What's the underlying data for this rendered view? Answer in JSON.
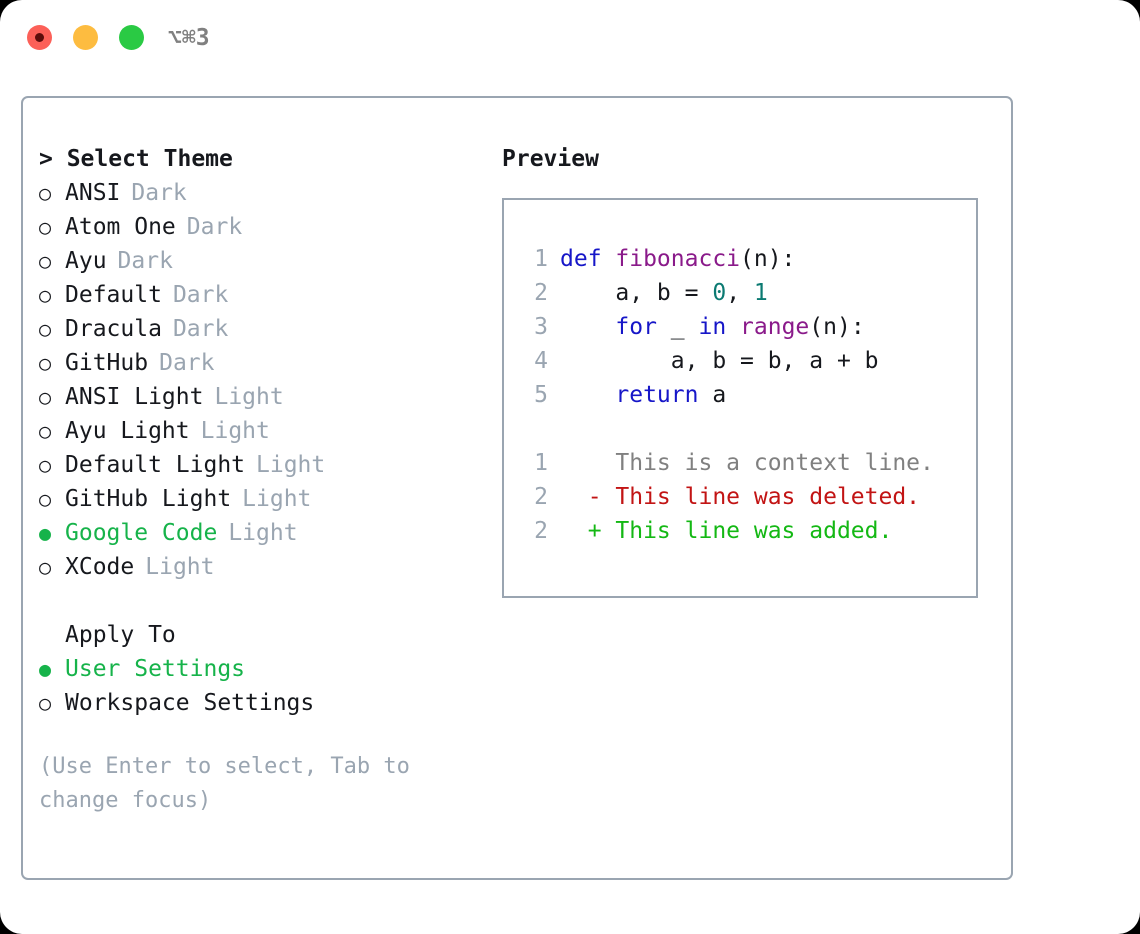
{
  "titlebar": {
    "shortcut": "⌥⌘3",
    "buttons": [
      {
        "name": "close",
        "color": "#fc6058"
      },
      {
        "name": "minimize",
        "color": "#fdbc40"
      },
      {
        "name": "zoom",
        "color": "#2aca44"
      }
    ]
  },
  "theme_picker": {
    "heading": "> Select Theme",
    "radio_off": "○",
    "radio_on": "●",
    "items": [
      {
        "name": "ANSI",
        "variant": "Dark",
        "selected": false
      },
      {
        "name": "Atom One",
        "variant": "Dark",
        "selected": false
      },
      {
        "name": "Ayu",
        "variant": "Dark",
        "selected": false
      },
      {
        "name": "Default",
        "variant": "Dark",
        "selected": false
      },
      {
        "name": "Dracula",
        "variant": "Dark",
        "selected": false
      },
      {
        "name": "GitHub",
        "variant": "Dark",
        "selected": false
      },
      {
        "name": "ANSI Light",
        "variant": "Light",
        "selected": false
      },
      {
        "name": "Ayu Light",
        "variant": "Light",
        "selected": false
      },
      {
        "name": "Default Light",
        "variant": "Light",
        "selected": false
      },
      {
        "name": "GitHub Light",
        "variant": "Light",
        "selected": false
      },
      {
        "name": "Google Code",
        "variant": "Light",
        "selected": true
      },
      {
        "name": "XCode",
        "variant": "Light",
        "selected": false
      }
    ]
  },
  "apply_to": {
    "heading": "Apply To",
    "items": [
      {
        "name": "User Settings",
        "selected": true
      },
      {
        "name": "Workspace Settings",
        "selected": false
      }
    ]
  },
  "hint": "(Use Enter to select, Tab to change focus)",
  "preview": {
    "title": "Preview",
    "code_lines": [
      {
        "num": "1",
        "tokens": [
          {
            "t": "def ",
            "c": "kw"
          },
          {
            "t": "fibonacci",
            "c": "fn"
          },
          {
            "t": "(n):",
            "c": "txt"
          }
        ]
      },
      {
        "num": "2",
        "tokens": [
          {
            "t": "    a, b = ",
            "c": "txt"
          },
          {
            "t": "0",
            "c": "num"
          },
          {
            "t": ", ",
            "c": "txt"
          },
          {
            "t": "1",
            "c": "num"
          }
        ]
      },
      {
        "num": "3",
        "tokens": [
          {
            "t": "    for ",
            "c": "kw"
          },
          {
            "t": "_ ",
            "c": "txt"
          },
          {
            "t": "in ",
            "c": "kw"
          },
          {
            "t": "range",
            "c": "fn"
          },
          {
            "t": "(n):",
            "c": "txt"
          }
        ]
      },
      {
        "num": "4",
        "tokens": [
          {
            "t": "        a, b = b, a + b",
            "c": "txt"
          }
        ]
      },
      {
        "num": "5",
        "tokens": [
          {
            "t": "    return ",
            "c": "kw"
          },
          {
            "t": "a",
            "c": "txt"
          }
        ]
      }
    ],
    "diff_lines": [
      {
        "num": "1",
        "marker": "  ",
        "text": "This is a context line.",
        "kind": "ctx"
      },
      {
        "num": "2",
        "marker": "- ",
        "text": "This line was deleted.",
        "kind": "del"
      },
      {
        "num": "2",
        "marker": "+ ",
        "text": "This line was added.",
        "kind": "add"
      }
    ]
  },
  "colors": {
    "accent_green": "#16b34a",
    "muted": "#9aa5b1",
    "border": "#9aa5b1",
    "text": "#16181d",
    "keyword": "#1616c8",
    "function": "#8a1a8a",
    "number": "#0b7a72",
    "diff_deleted": "#c21414",
    "diff_added": "#14b814"
  }
}
